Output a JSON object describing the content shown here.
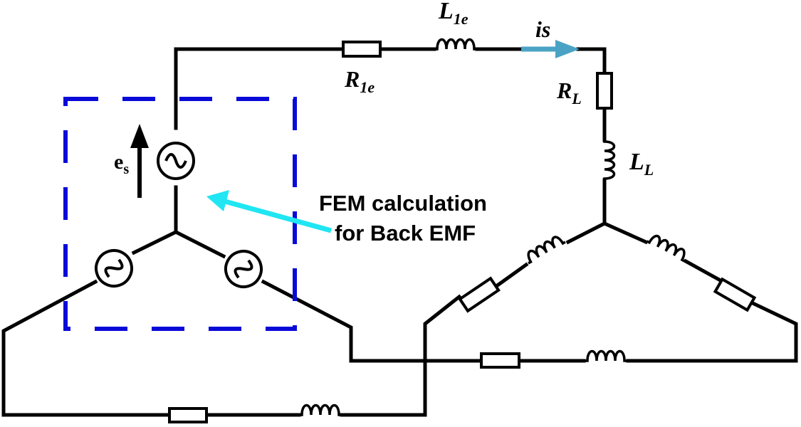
{
  "labels": {
    "l1e": {
      "main": "L",
      "sub": "1e"
    },
    "r1e": {
      "main": "R",
      "sub": "1e"
    },
    "is": "is",
    "rl": {
      "main": "R",
      "sub": "L"
    },
    "ll": {
      "main": "L",
      "sub": "L"
    },
    "es": {
      "main": "e",
      "sub": "s"
    }
  },
  "annotation": {
    "line1": "FEM calculation",
    "line2": "for Back EMF"
  },
  "colors": {
    "wire": "#000000",
    "dashed_box": "#0a0ad8",
    "current_arrow": "#4aa3c4",
    "annotation_arrow": "#1fe6f2"
  }
}
